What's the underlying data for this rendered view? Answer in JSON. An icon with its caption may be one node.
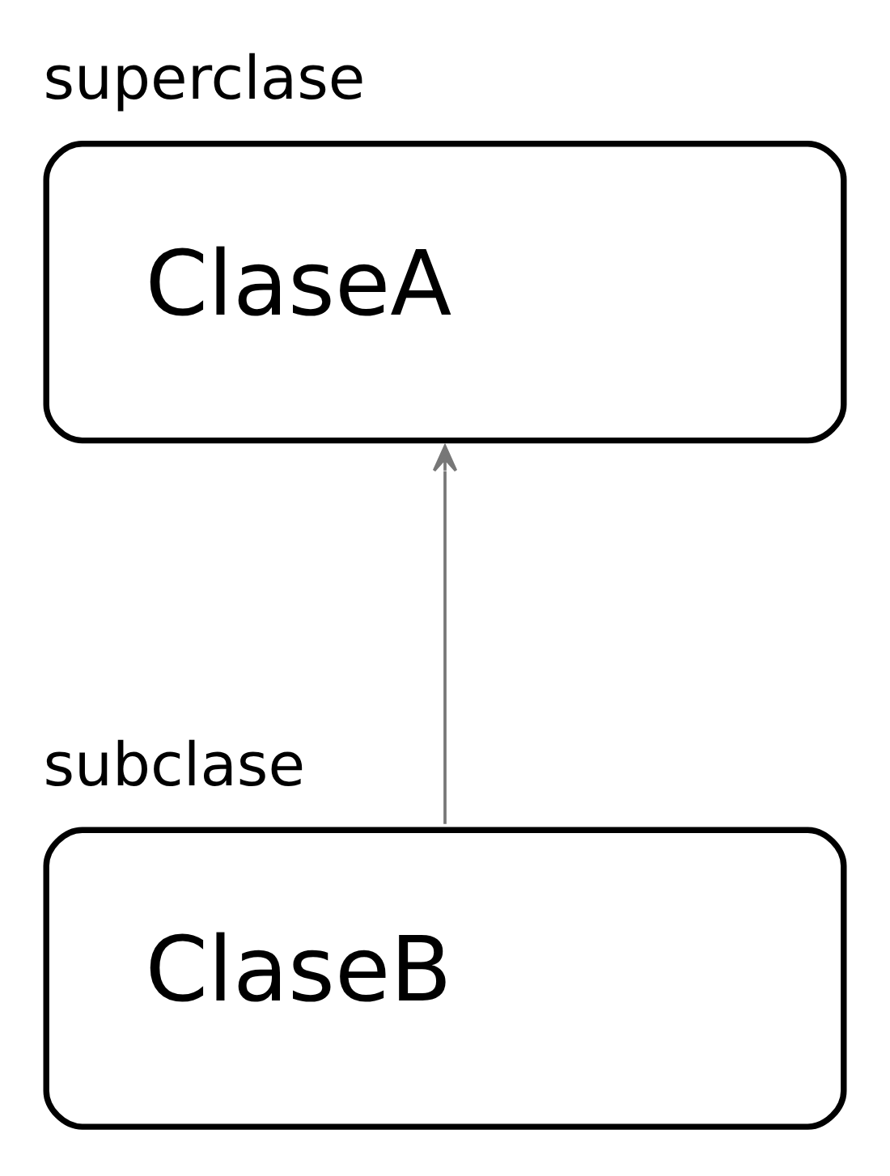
{
  "diagram": {
    "nodes": [
      {
        "text": [
          "superclase",
          "ClaseA"
        ]
      },
      {
        "text": [
          "subclase",
          "ClaseB"
        ]
      }
    ],
    "edges": [
      {
        "from": 1,
        "to": 0,
        "arrow": "to"
      }
    ]
  }
}
